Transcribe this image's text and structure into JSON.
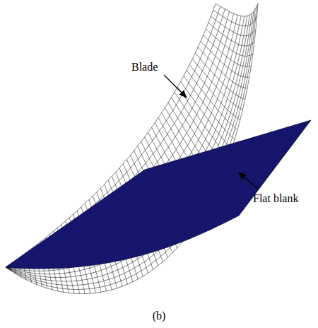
{
  "diagram": {
    "caption": "(b)",
    "labels": [
      "Blade",
      "Flat blank"
    ]
  }
}
